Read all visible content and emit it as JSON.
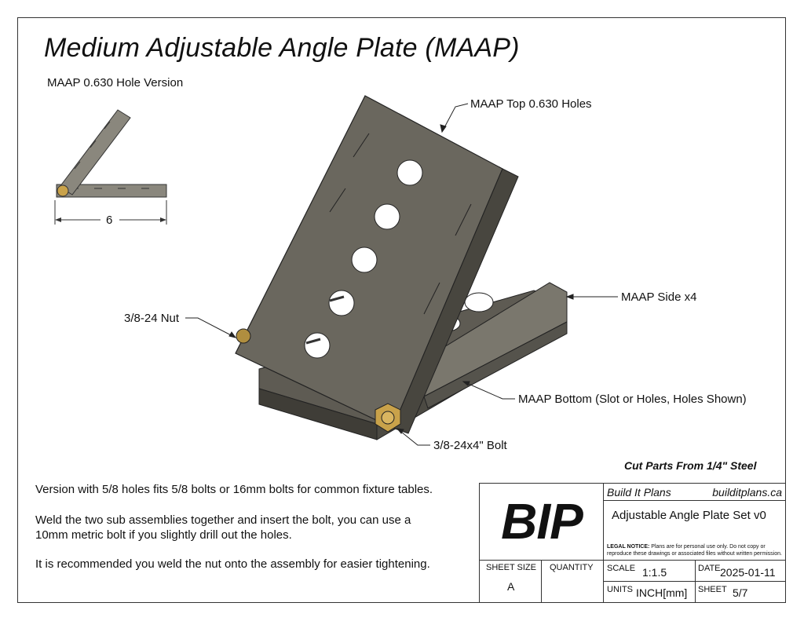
{
  "title": "Medium Adjustable Angle Plate (MAAP)",
  "callouts": {
    "hole_version": "MAAP 0.630 Hole Version",
    "dimension": "6",
    "top": "MAAP Top 0.630 Holes",
    "side": "MAAP Side x4",
    "nut": "3/8-24 Nut",
    "bottom": "MAAP Bottom (Slot or Holes, Holes Shown)",
    "bolt": "3/8-24x4\" Bolt"
  },
  "cut_note": "Cut Parts From 1/4\" Steel",
  "notes": [
    "Version with 5/8 holes fits 5/8 bolts or 16mm bolts for common fixture tables.",
    "Weld the two sub assemblies together and insert the bolt, you can use a",
    "10mm metric bolt if you slightly drill out the holes.",
    "It is recommended you weld the nut onto the assembly for easier tightening."
  ],
  "title_block": {
    "logo": "BIP",
    "company": "Build It Plans",
    "website": "builditplans.ca",
    "drawing_title": "Adjustable Angle Plate Set v0",
    "legal_label": "LEGAL NOTICE:",
    "legal_text_1": "Plans are for personal use only. Do not copy or",
    "legal_text_2": "reproduce these drawings or associated files without written permission.",
    "sheet_size_label": "SHEET SIZE",
    "sheet_size": "A",
    "quantity_label": "QUANTITY",
    "quantity": "",
    "scale_label": "SCALE",
    "scale": "1:1.5",
    "date_label": "DATE",
    "date": "2025-01-11",
    "units_label": "UNITS",
    "units": "INCH[mm]",
    "sheet_label": "SHEET",
    "sheet": "5/7"
  },
  "colors": {
    "steel_dark": "#4a4840",
    "steel_mid": "#6e6b62",
    "steel_light": "#8f8b80",
    "brass": "#c9a24a"
  }
}
